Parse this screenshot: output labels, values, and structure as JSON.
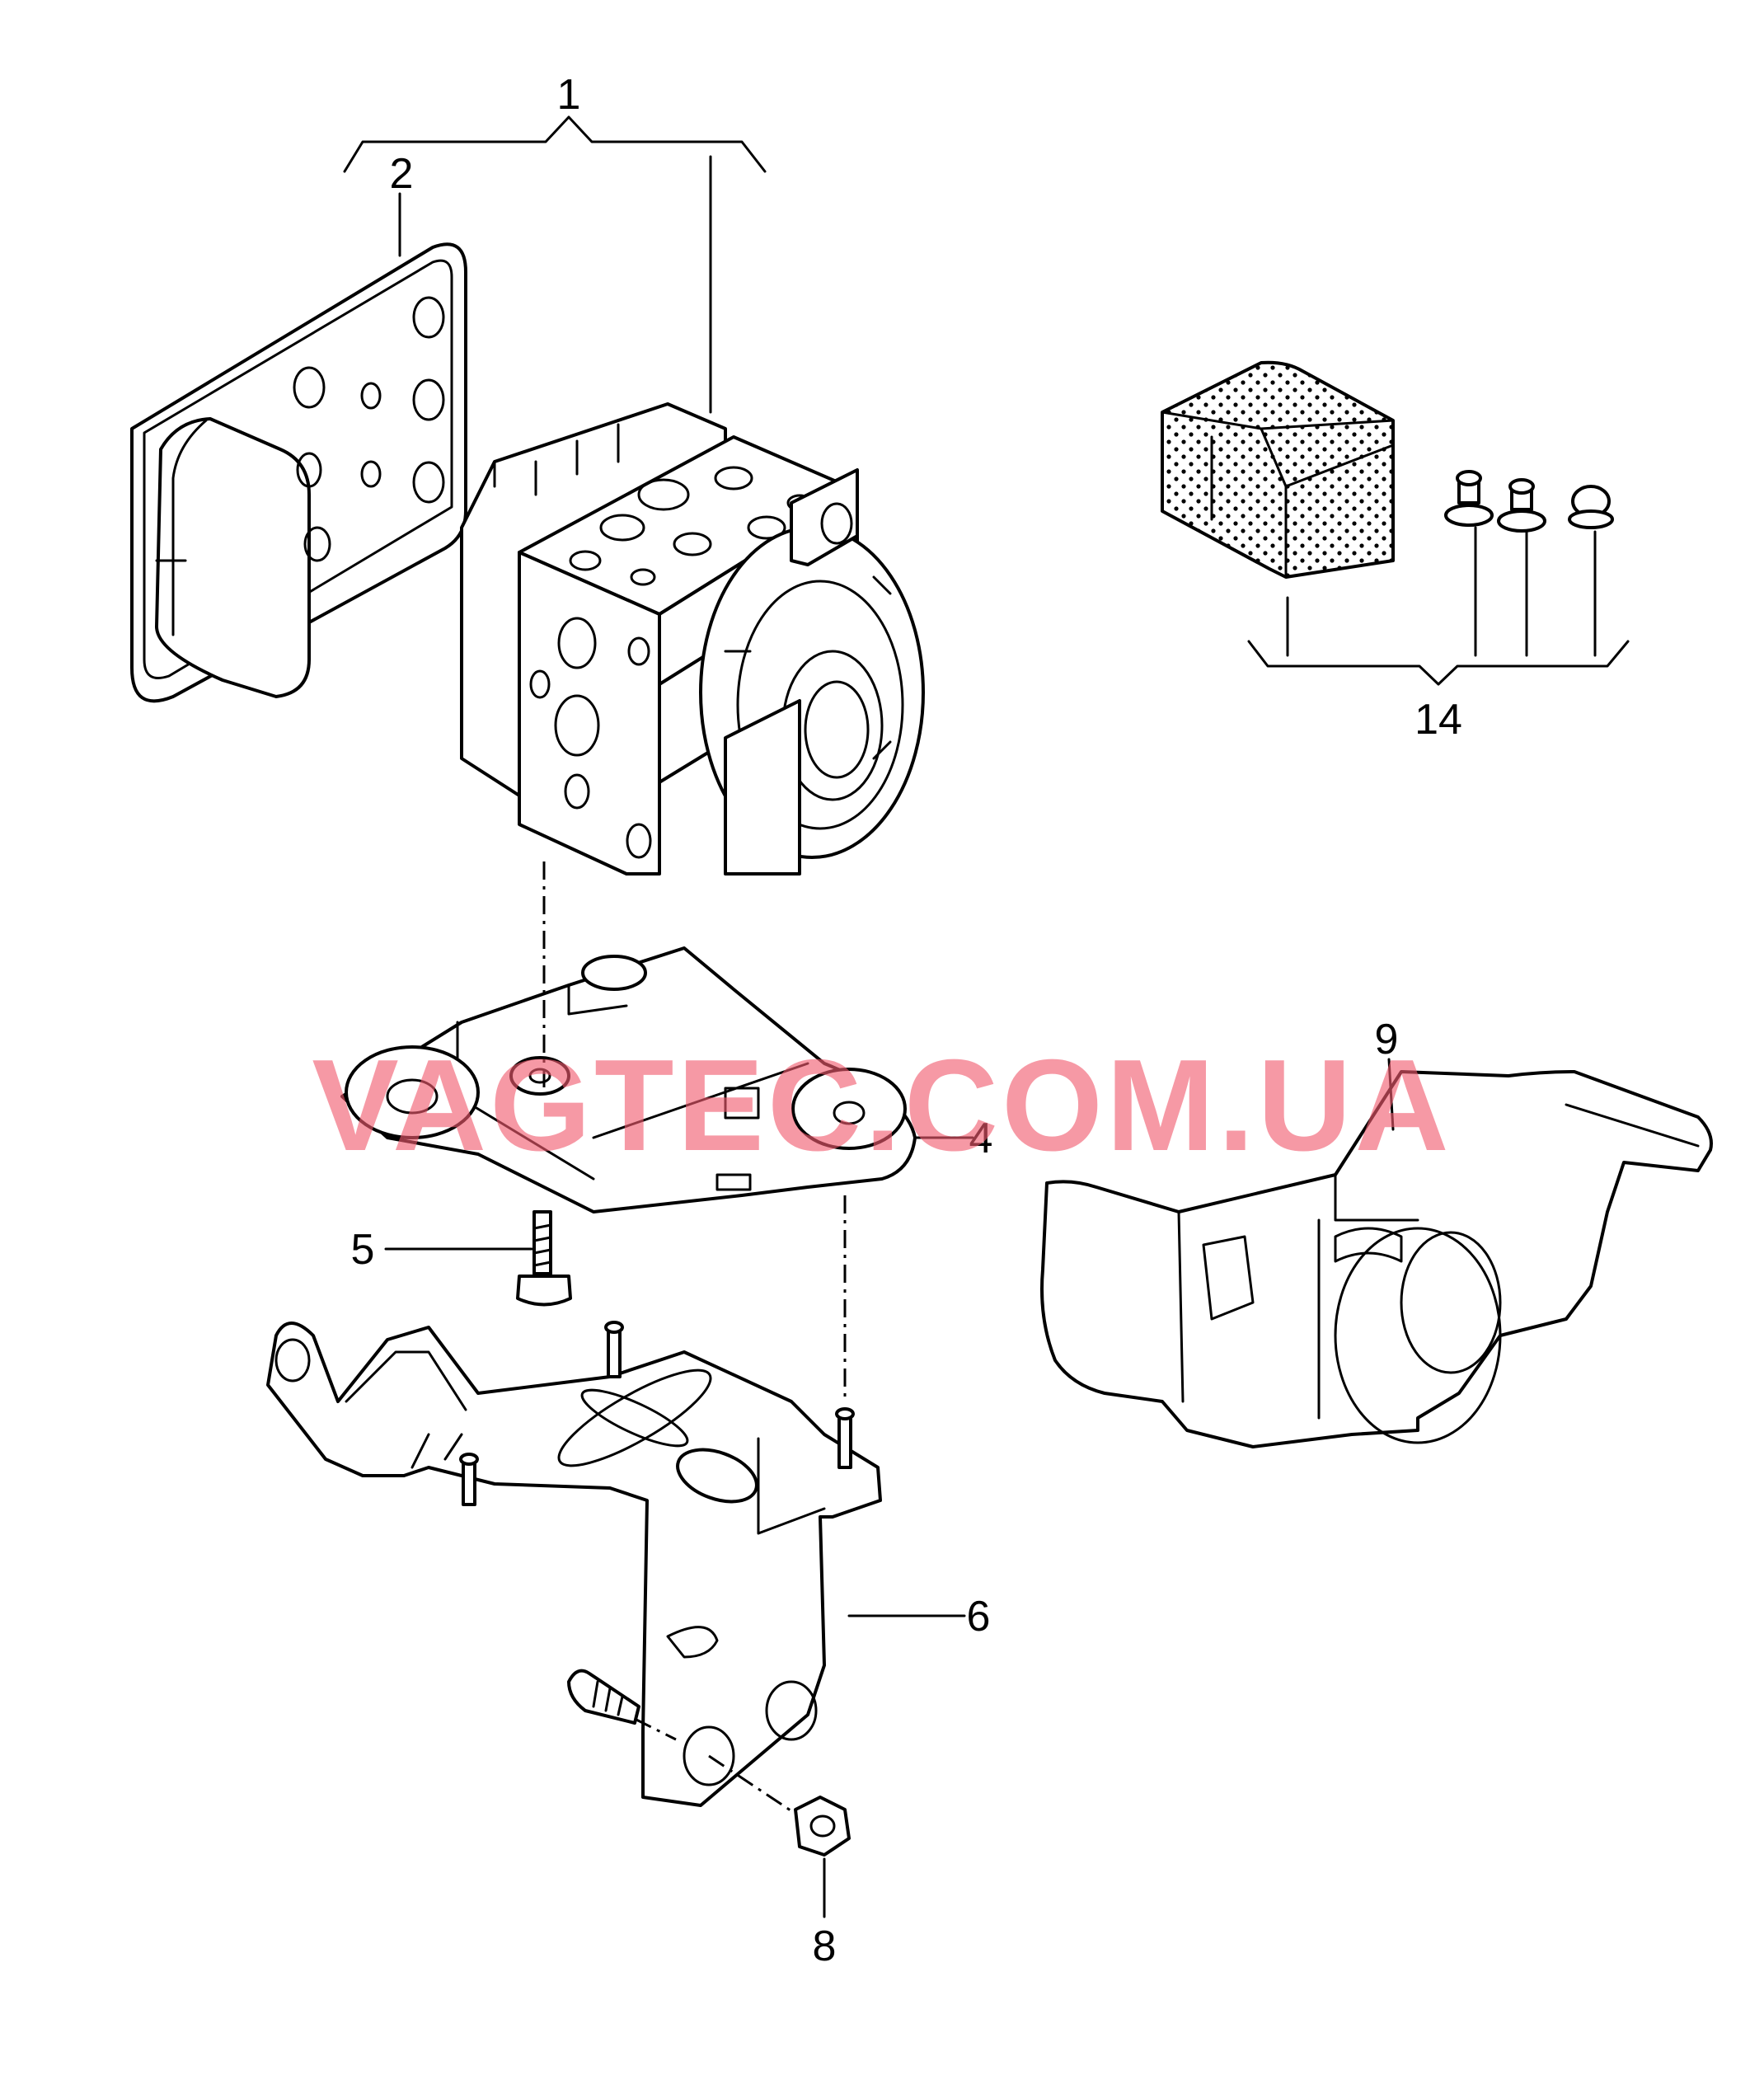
{
  "callouts": {
    "c1": "1",
    "c2": "2",
    "c4": "4",
    "c5": "5",
    "c6": "6",
    "c8": "8",
    "c9": "9",
    "c14": "14"
  },
  "watermark": "VAGTEC.COM.UA",
  "colors": {
    "line": "#000000",
    "background": "#ffffff",
    "watermark": "#f05a6e"
  }
}
